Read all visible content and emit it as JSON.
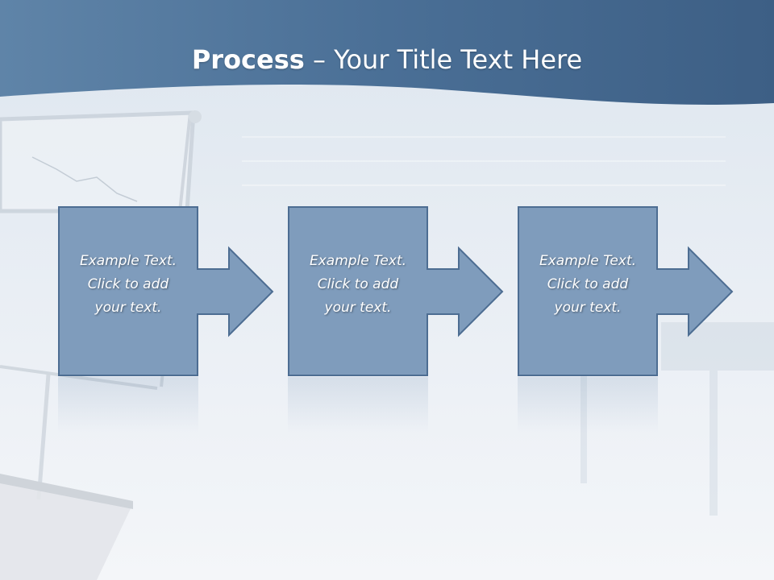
{
  "slide": {
    "title_bold": "Process",
    "title_rest": " – Your Title Text Here"
  },
  "steps": [
    {
      "line1": "Example Text.",
      "line2": "Click  to add",
      "line3": "your text."
    },
    {
      "line1": "Example Text.",
      "line2": "Click  to add",
      "line3": "your text."
    },
    {
      "line1": "Example Text.",
      "line2": "Click  to add",
      "line3": "your text."
    }
  ],
  "colors": {
    "header": "#4a6d93",
    "box_fill": "#7f9cbc",
    "box_border": "#4d6d92"
  }
}
